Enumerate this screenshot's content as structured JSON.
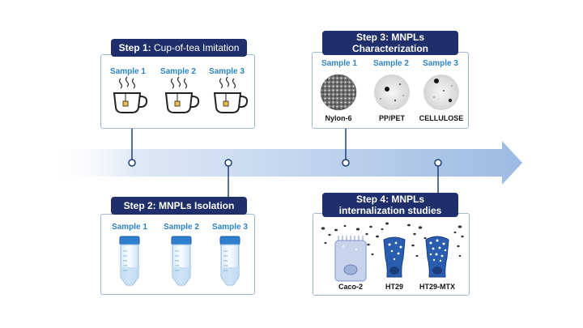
{
  "step1": {
    "prefix": "Step 1:",
    "title": "Cup-of-tea Imitation",
    "samples": [
      "Sample 1",
      "Sample 2",
      "Sample 3"
    ]
  },
  "step2": {
    "title": "Step 2: MNPLs Isolation",
    "samples": [
      "Sample 1",
      "Sample 2",
      "Sample 3"
    ]
  },
  "step3": {
    "title_line1": "Step 3: MNPLs",
    "title_line2": "Characterization",
    "samples": [
      "Sample 1",
      "Sample 2",
      "Sample 3"
    ],
    "materials": [
      "Nylon-6",
      "PP/PET",
      "CELLULOSE"
    ]
  },
  "step4": {
    "title_line1": "Step 4: MNPLs",
    "title_line2": "internalization studies",
    "cells": [
      "Caco-2",
      "HT29",
      "HT29-MTX"
    ]
  },
  "colors": {
    "title_bg": "#1f2f6b",
    "sample_label": "#2c84c8",
    "panel_border": "#9fb6d3",
    "arrow": "#a9c4e6",
    "connector": "#1f3f75"
  }
}
